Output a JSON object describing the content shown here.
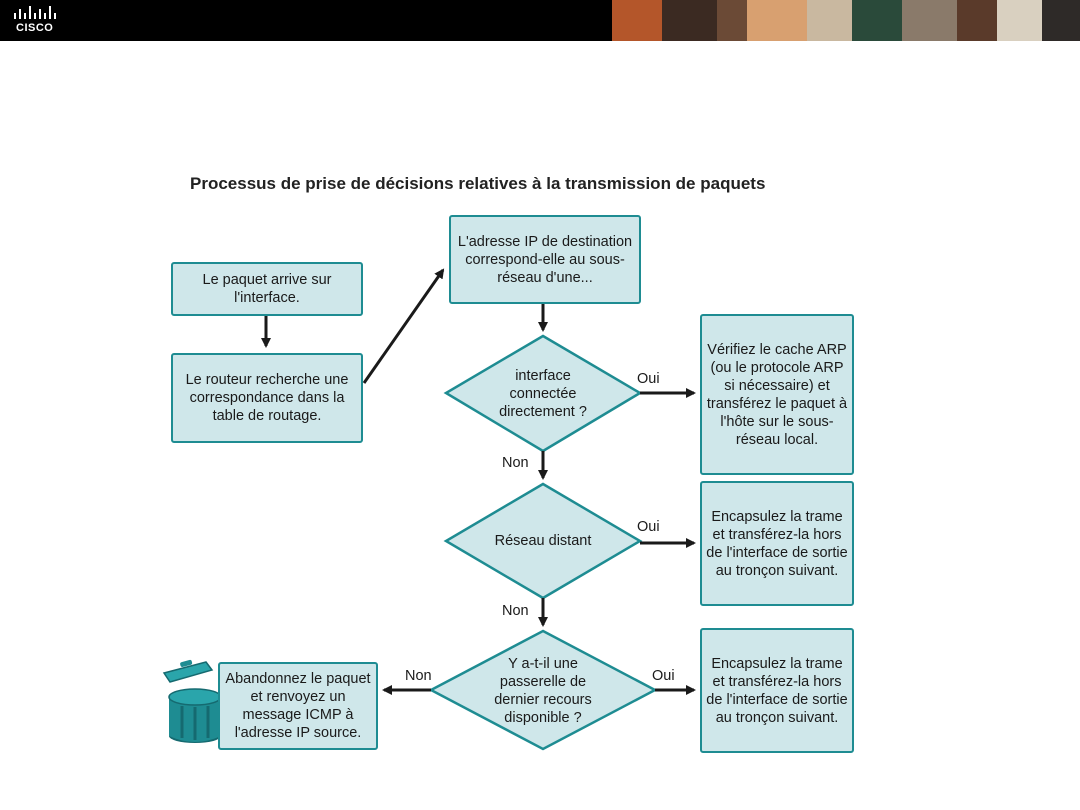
{
  "header": {
    "logo_text": "CISCO",
    "photo_colors": [
      "#b4562a",
      "#3b2a22",
      "#d8a070",
      "#6b4a36",
      "#c9b8a0",
      "#2a4a3a",
      "#8a7a6a",
      "#5a3a2a",
      "#d9d0c0",
      "#2e2a28"
    ]
  },
  "title": "Processus de prise de décisions relatives à la transmission de paquets",
  "nodes": {
    "arrive": "Le paquet arrive sur l'interface.",
    "lookup": "Le routeur recherche une correspondance dans la table de routage.",
    "dest_match": "L'adresse IP de destination correspond-elle au sous-réseau d'une...",
    "direct": "interface connectée directement ?",
    "arp": "Vérifiez le cache ARP (ou le protocole ARP si nécessaire) et transférez le paquet à l'hôte sur le sous-réseau local.",
    "remote": "Réseau distant",
    "encap1": "Encapsulez la trame et transférez-la hors de l'interface de sortie au tronçon suivant.",
    "gateway": "Y a-t-il une passerelle de dernier recours disponible ?",
    "encap2": "Encapsulez la trame et transférez-la hors de l'interface de sortie au tronçon suivant.",
    "drop": "Abandonnez le paquet et renvoyez un message ICMP à l'adresse IP source."
  },
  "labels": {
    "oui": "Oui",
    "non": "Non"
  },
  "colors": {
    "fill": "#cfe7ea",
    "stroke": "#1e8c92",
    "arrow": "#1a1a1a",
    "trash": "#1e8c92"
  }
}
